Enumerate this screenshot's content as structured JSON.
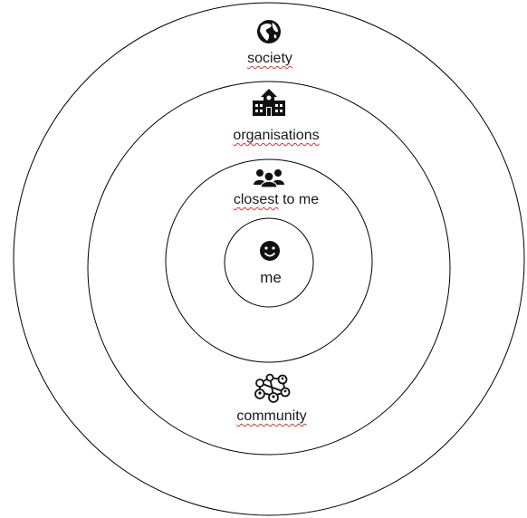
{
  "rings": [
    {
      "name": "society",
      "label": "society",
      "icon": "globe-icon",
      "spellcheck": true
    },
    {
      "name": "organisations",
      "label": "organisations",
      "icon": "building-icon",
      "spellcheck": true
    },
    {
      "name": "closest-to-me",
      "label": "closest to me",
      "icon": "people-group-icon",
      "spellcheck_word": "closest"
    },
    {
      "name": "me",
      "label": "me",
      "icon": "smiley-face-icon",
      "spellcheck": false
    }
  ],
  "community": {
    "label": "community",
    "icon": "network-people-icon",
    "spellcheck": true
  },
  "colors": {
    "stroke": "#000000",
    "text": "#1a1a1a",
    "spellcheck_underline": "#e03030",
    "background": "#ffffff"
  }
}
